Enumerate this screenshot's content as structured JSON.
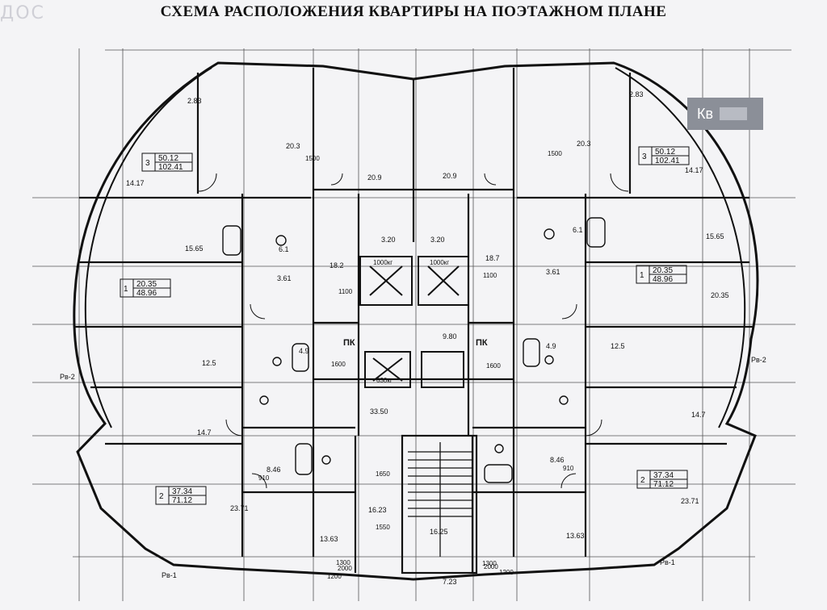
{
  "page": {
    "title": "СХЕМА РАСПОЛОЖЕНИЯ КВАРТИРЫ НА ПОЭТАЖНОМ ПЛАНЕ",
    "badge_label": "Кв",
    "watermark": "ДОС"
  },
  "plan": {
    "pk_labels": [
      "ПК",
      "ПК"
    ],
    "elevators": [
      "1000кг",
      "1000кг",
      "630кг"
    ],
    "section_marks": [
      "Рв-2",
      "Рв-2",
      "Рв-1",
      "Рв-1"
    ],
    "apartments": [
      {
        "rooms": "3",
        "living": "50.12",
        "total": "102.41"
      },
      {
        "rooms": "3",
        "living": "50.12",
        "total": "102.41"
      },
      {
        "rooms": "1",
        "living": "20.35",
        "total": "48.96"
      },
      {
        "rooms": "1",
        "living": "20.35",
        "total": "48.96"
      },
      {
        "rooms": "2",
        "living": "37.34",
        "total": "71.12"
      },
      {
        "rooms": "2",
        "living": "37.34",
        "total": "71.12"
      }
    ],
    "room_areas": [
      "20.3",
      "20.3",
      "20.9",
      "20.9",
      "14.17",
      "14.17",
      "15.65",
      "15.65",
      "18.2",
      "18.7",
      "12.5",
      "12.5",
      "14.7",
      "14.7",
      "23.71",
      "23.71",
      "13.63",
      "13.63",
      "16.23",
      "16.25",
      "33.50",
      "9.80",
      "8.46",
      "8.46",
      "6.1",
      "6.1",
      "3.61",
      "3.61",
      "4.9",
      "4.9",
      "3.20",
      "3.20",
      "2.83",
      "2.83",
      "20.35",
      "7.23"
    ],
    "dims": [
      "1600",
      "1600",
      "1100",
      "1100",
      "910",
      "910",
      "1500",
      "1500",
      "1300",
      "1300",
      "1200",
      "1200",
      "2000",
      "2000",
      "1550",
      "1650"
    ]
  }
}
